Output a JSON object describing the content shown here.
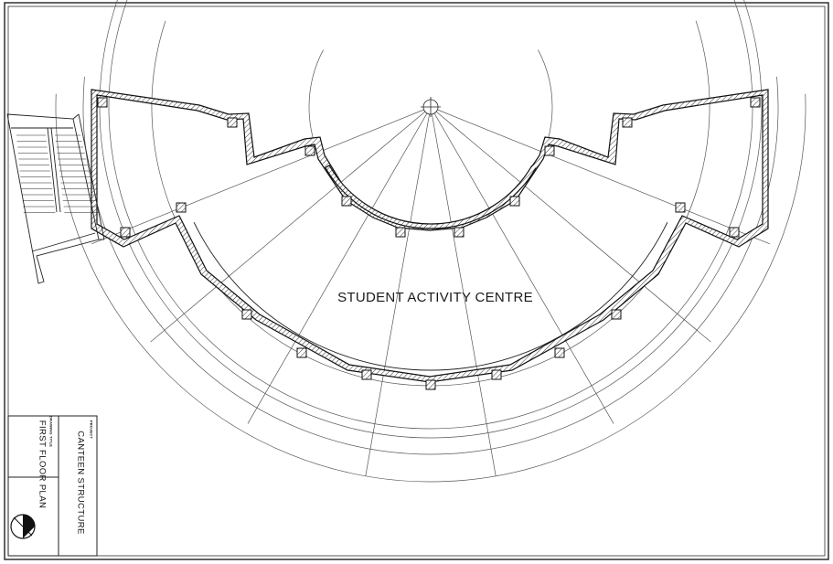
{
  "plan": {
    "room_label": "STUDENT ACTIVITY CENTRE"
  },
  "title_block": {
    "project_caption": "PROJECT",
    "project_name": "CANTEEN STRUCTURE",
    "drawing_caption": "DRAWING TITLE",
    "drawing_title": "FIRST FLOOR PLAN"
  }
}
